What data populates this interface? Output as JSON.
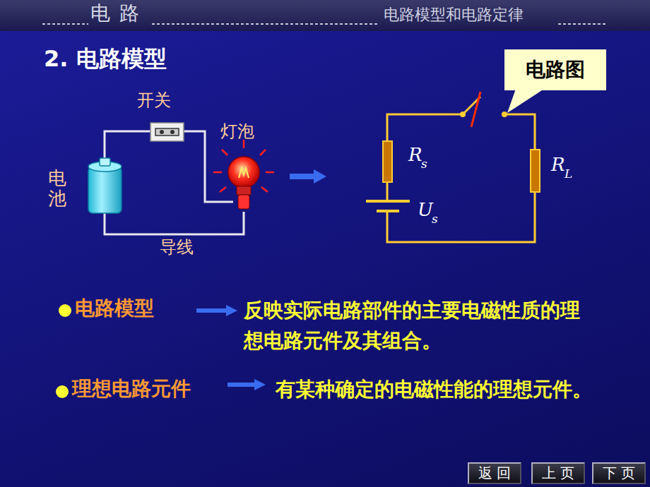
{
  "diagram": {
    "title": "2. 电路模型",
    "nodes": [
      {
        "text": [
          "电路图"
        ]
      },
      {
        "text": [
          "返 回"
        ]
      },
      {
        "text": [
          "上 页"
        ]
      },
      {
        "text": [
          "下 页"
        ]
      }
    ],
    "labels": [
      "电 路",
      "电路模型和电路定律",
      "开关",
      "灯泡",
      "电池",
      "导线",
      "R",
      "s",
      "U",
      "s",
      "R",
      "L",
      "电路模型",
      "反映实际电路部件的主要电磁性质的理想电路元件及其组合。",
      "理想电路元件",
      "有某种确定的电磁性能的理想元件。"
    ]
  }
}
